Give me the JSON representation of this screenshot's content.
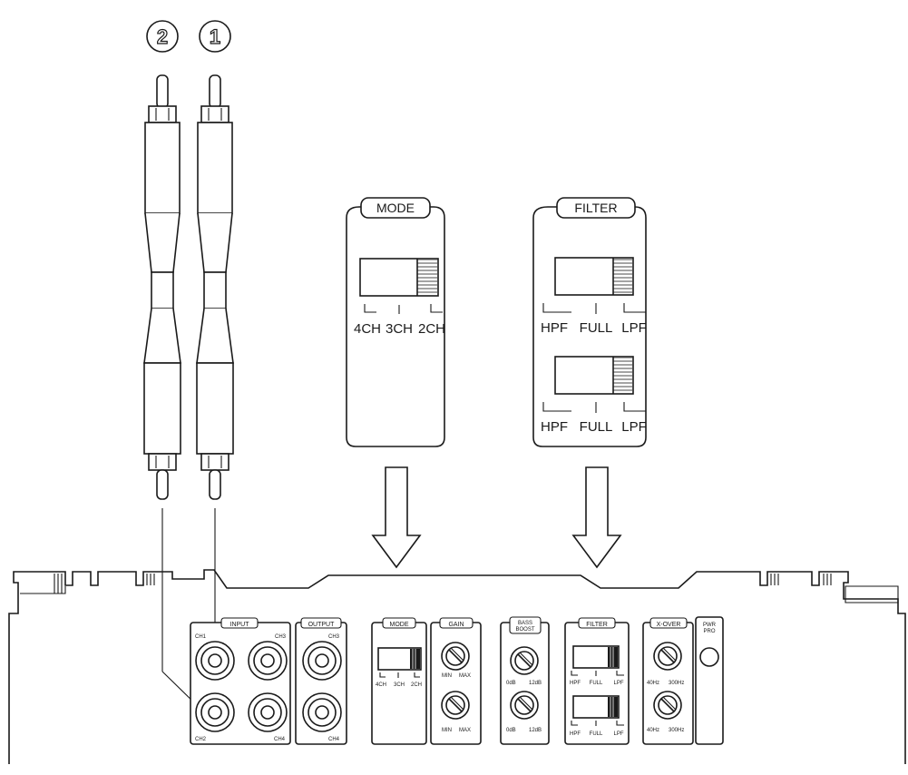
{
  "connectors": {
    "left_number": "2",
    "right_number": "1"
  },
  "mode_callout": {
    "title": "MODE",
    "labels": [
      "4CH",
      "3CH",
      "2CH"
    ]
  },
  "filter_callout": {
    "title": "FILTER",
    "labels": [
      "HPF",
      "FULL",
      "LPF"
    ]
  },
  "panel": {
    "input": {
      "title": "INPUT",
      "ch1": "CH1",
      "ch2": "CH2",
      "ch3": "CH3",
      "ch4": "CH4"
    },
    "output": {
      "title": "OUTPUT",
      "ch3": "CH3",
      "ch4": "CH4"
    },
    "mode": {
      "title": "MODE",
      "labels": [
        "4CH",
        "3CH",
        "2CH"
      ]
    },
    "gain": {
      "title": "GAIN",
      "min": "MIN",
      "max": "MAX"
    },
    "bass": {
      "title_line1": "BASS",
      "title_line2": "BOOST",
      "low": "0dB",
      "high": "12dB"
    },
    "filter": {
      "title": "FILTER",
      "labels": [
        "HPF",
        "FULL",
        "LPF"
      ]
    },
    "xover": {
      "title": "X-OVER",
      "low": "40Hz",
      "high": "300Hz"
    },
    "pwr": {
      "line1": "PWR",
      "line2": "PRO"
    }
  }
}
